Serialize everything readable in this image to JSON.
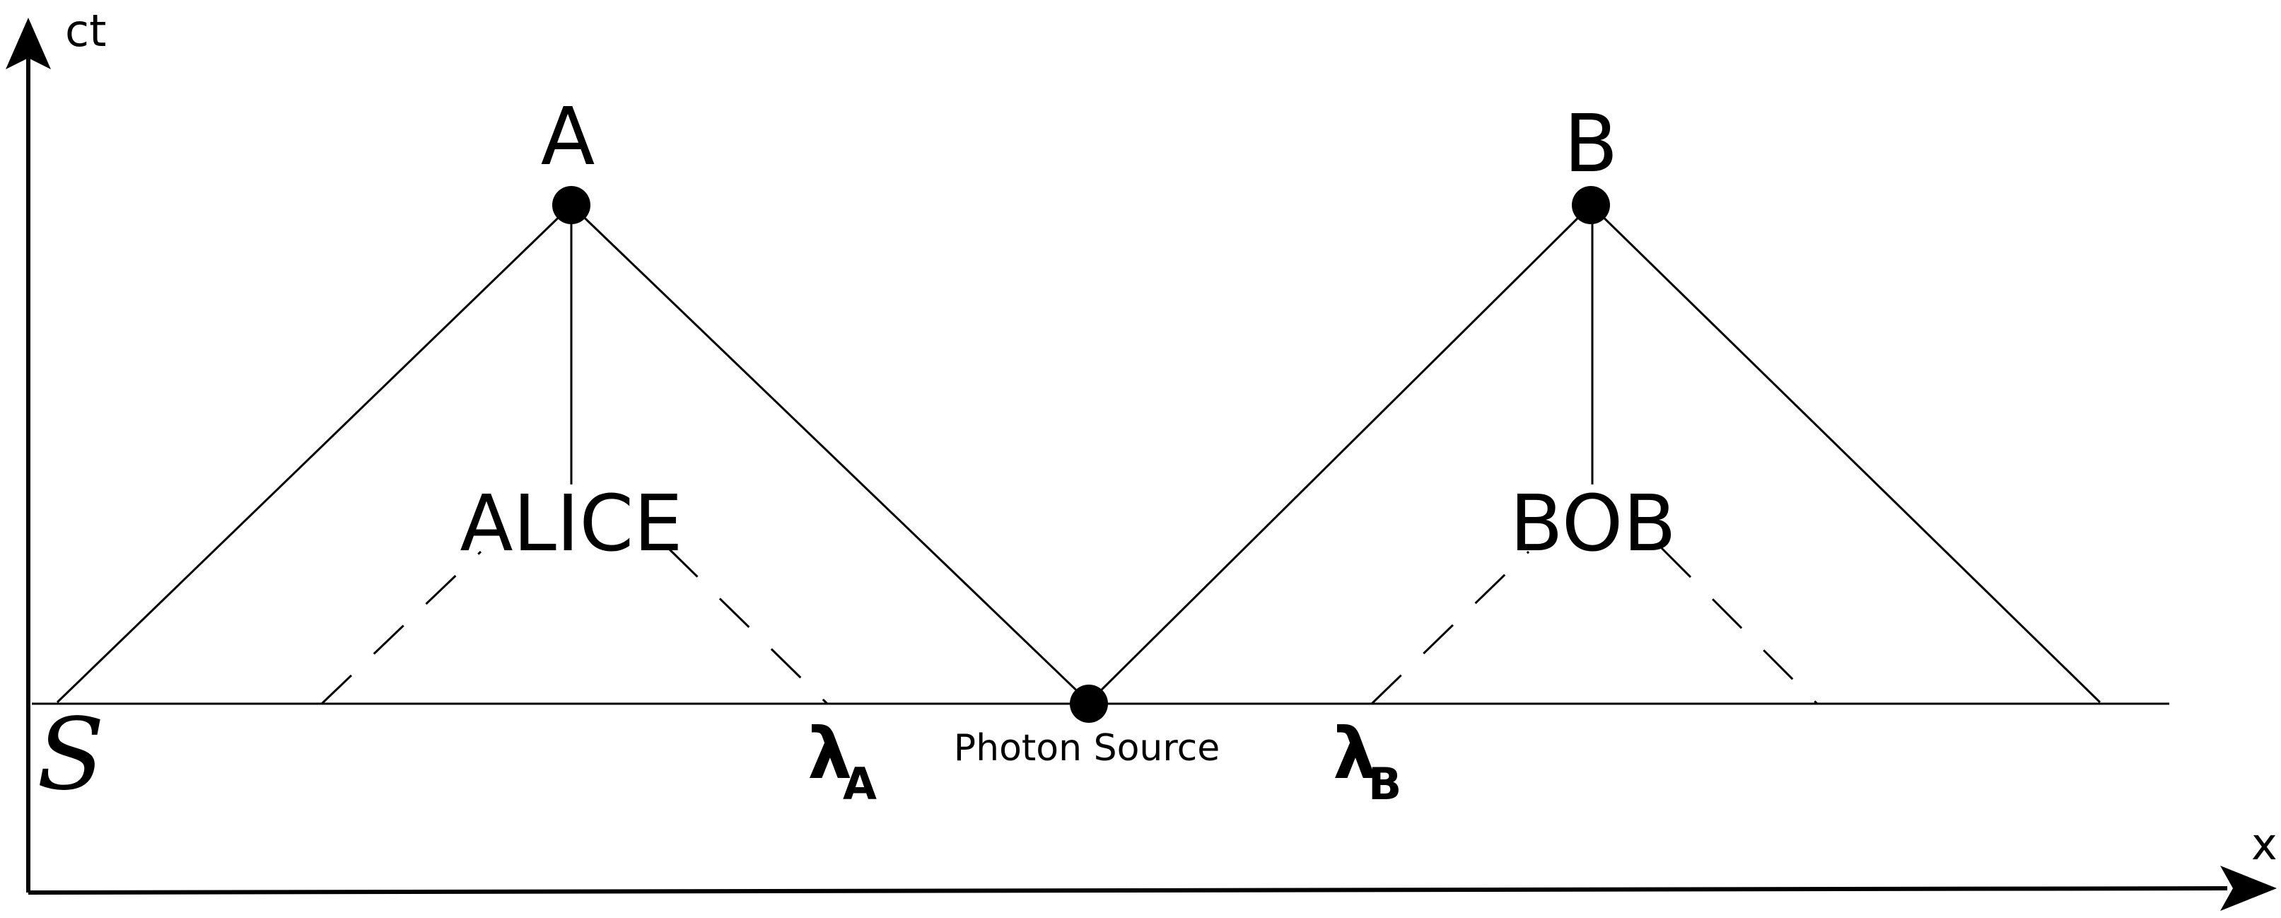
{
  "diagram": {
    "axes": {
      "vertical_label": "ct",
      "horizontal_label": "x"
    },
    "events": {
      "a_label": "A",
      "b_label": "B"
    },
    "observers": {
      "alice_label": "ALICE",
      "bob_label": "BOB"
    },
    "baseline": {
      "surface_label": "S",
      "lambda_a": {
        "symbol": "λ",
        "subscript": "A"
      },
      "lambda_b": {
        "symbol": "λ",
        "subscript": "B"
      },
      "source_label": "Photon Source"
    },
    "colors": {
      "ink": "#000000",
      "background": "#ffffff"
    }
  }
}
